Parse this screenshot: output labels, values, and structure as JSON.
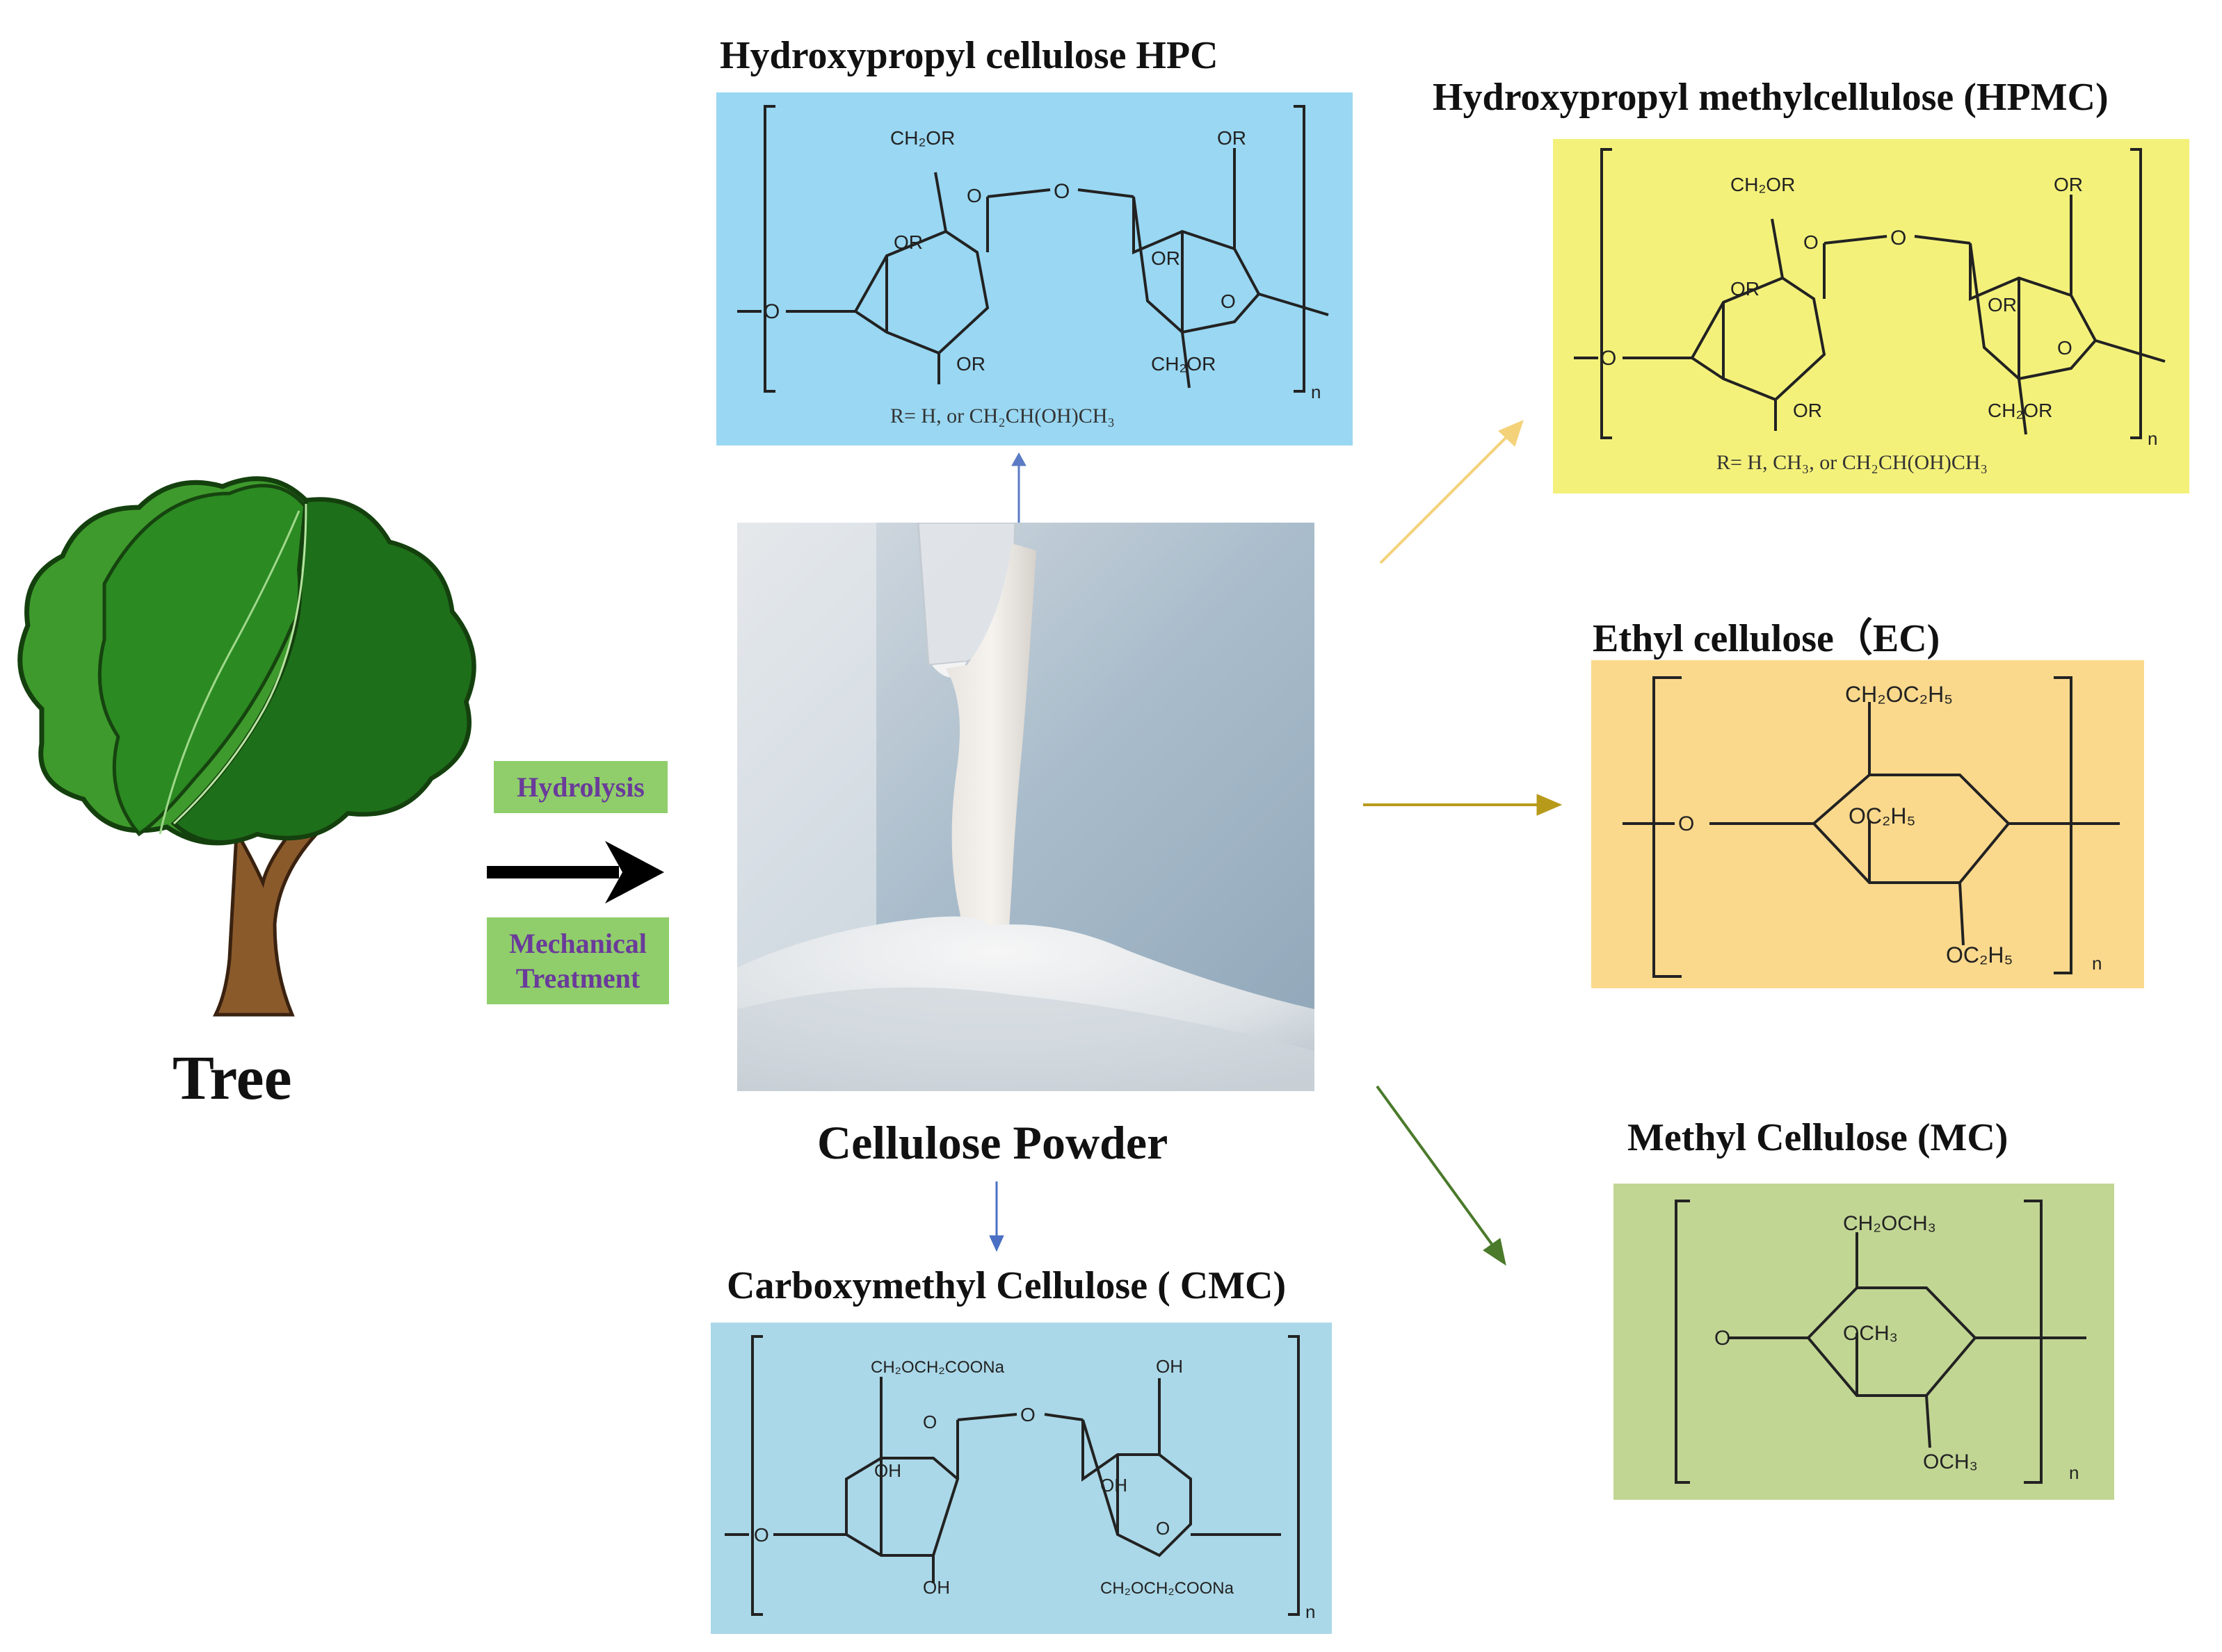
{
  "tree_label": "Tree",
  "process": {
    "hydrolysis": "Hydrolysis",
    "mechanical_1": "Mechanical",
    "mechanical_2": "Treatment"
  },
  "center_label": "Cellulose Powder",
  "hpc": {
    "title": "Hydroxypropyl cellulose HPC",
    "ch2or_top": "CH₂OR",
    "or_top": "OR",
    "o_bridge": "O",
    "or_ring1": "OR",
    "or_ring2": "OR",
    "or_bottom": "OR",
    "ch2or_bottom": "CH₂OR",
    "o_ring1": "O",
    "o_ring2": "O",
    "o_left": "O",
    "note": "R= H, or CH₂CH(OH)CH₃",
    "n": "n"
  },
  "hpmc": {
    "title": "Hydroxypropyl methylcellulose (HPMC)",
    "ch2or_top": "CH₂OR",
    "or_top": "OR",
    "o_bridge": "O",
    "or_ring1": "OR",
    "or_ring2": "OR",
    "or_bottom": "OR",
    "ch2or_bottom": "CH₂OR",
    "o_ring1": "O",
    "o_ring2": "O",
    "o_left": "O",
    "note": "R= H, CH₃, or CH₂CH(OH)CH₃",
    "n": "n"
  },
  "ec": {
    "title": "Ethyl cellulose（EC)",
    "top": "CH₂OC₂H₅",
    "mid": "OC₂H₅",
    "bottom": "OC₂H₅",
    "o_left": "O",
    "n": "n"
  },
  "mc": {
    "title": "Methyl Cellulose (MC)",
    "top": "CH₂OCH₃",
    "mid": "OCH₃",
    "bottom": "OCH₃",
    "o_left": "O",
    "n": "n"
  },
  "cmc": {
    "title": "Carboxymethyl Cellulose ( CMC)",
    "ch2_top": "CH₂OCH₂COONa",
    "oh_top": "OH",
    "o_bridge": "O",
    "oh_ring1": "OH",
    "oh_ring2": "OH",
    "oh_bottom": "OH",
    "ch2_bottom": "CH₂OCH₂COONa",
    "o_ring1": "O",
    "o_ring2": "O",
    "o_left": "O",
    "n": "n"
  },
  "colors": {
    "hpc_bg": "#99d7f2",
    "hpmc_bg": "#f3f17a",
    "ec_bg": "#fbd98c",
    "mc_bg": "#c2d694",
    "cmc_bg": "#aad8e8",
    "label_bg": "#8fce6a",
    "label_text": "#6a3b9a",
    "arrow_hpc": "#5b7bc4",
    "arrow_hpmc": "#f4d27a",
    "arrow_ec": "#b89a1a",
    "arrow_mc": "#4a7a2a",
    "arrow_cmc": "#4a6fc4"
  }
}
